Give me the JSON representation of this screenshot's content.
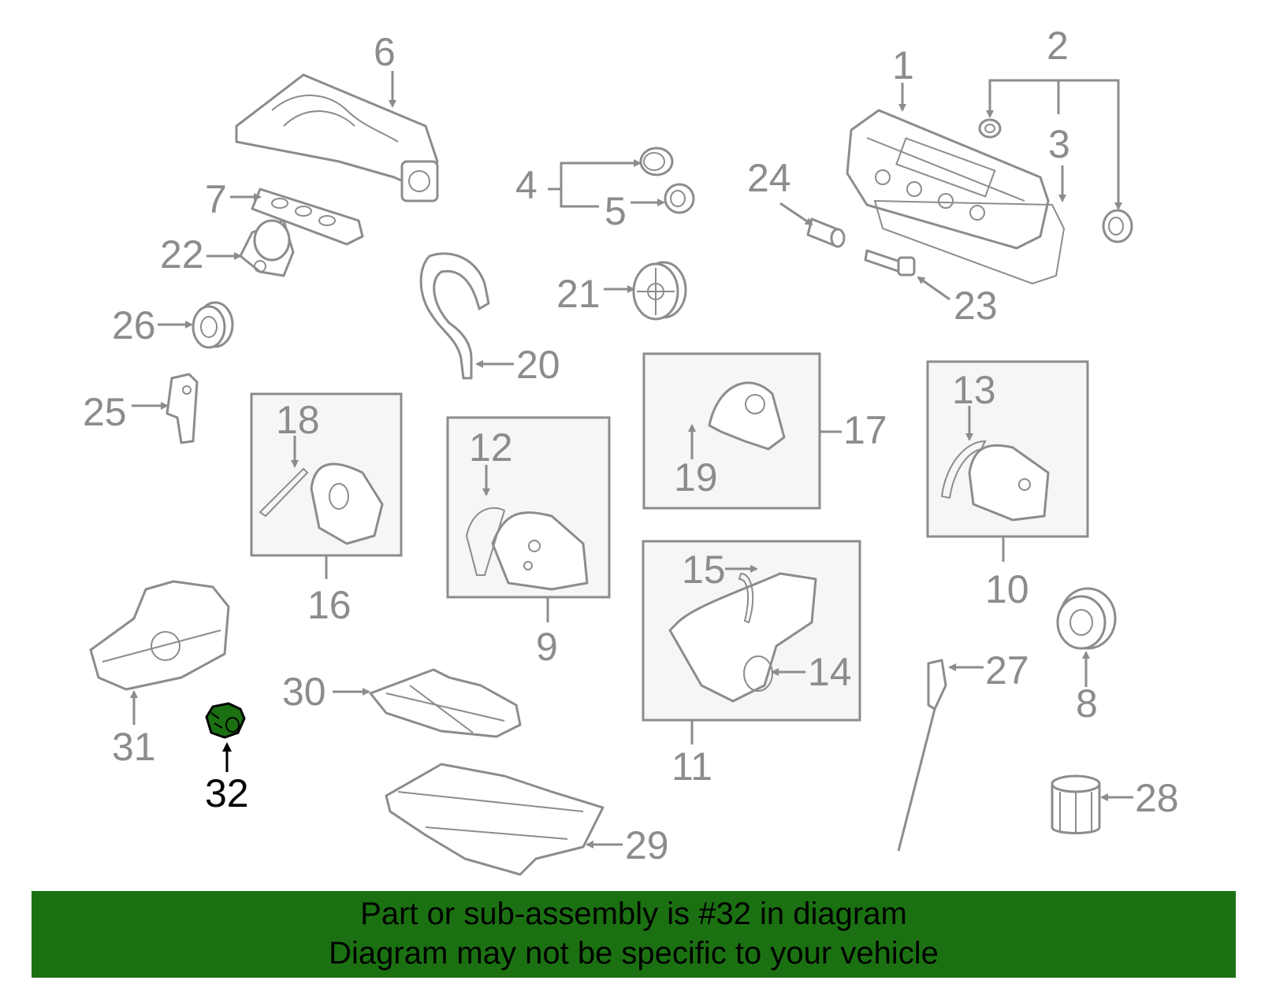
{
  "labels": {
    "n1": "1",
    "n2": "2",
    "n3": "3",
    "n4": "4",
    "n5": "5",
    "n6": "6",
    "n7": "7",
    "n8": "8",
    "n9": "9",
    "n10": "10",
    "n11": "11",
    "n12": "12",
    "n13": "13",
    "n14": "14",
    "n15": "15",
    "n16": "16",
    "n17": "17",
    "n18": "18",
    "n19": "19",
    "n20": "20",
    "n21": "21",
    "n22": "22",
    "n23": "23",
    "n24": "24",
    "n25": "25",
    "n26": "26",
    "n27": "27",
    "n28": "28",
    "n29": "29",
    "n30": "30",
    "n31": "31",
    "n32": "32"
  },
  "highlight": {
    "part_number": "32",
    "color": "#1b7112"
  },
  "banner": {
    "line1": "Part or sub-assembly is #32 in diagram",
    "line2": "Diagram may not be specific to your vehicle",
    "background": "#1b7112"
  },
  "colors": {
    "line": "#8c8c8c",
    "box_fill": "#f6f6f6"
  }
}
